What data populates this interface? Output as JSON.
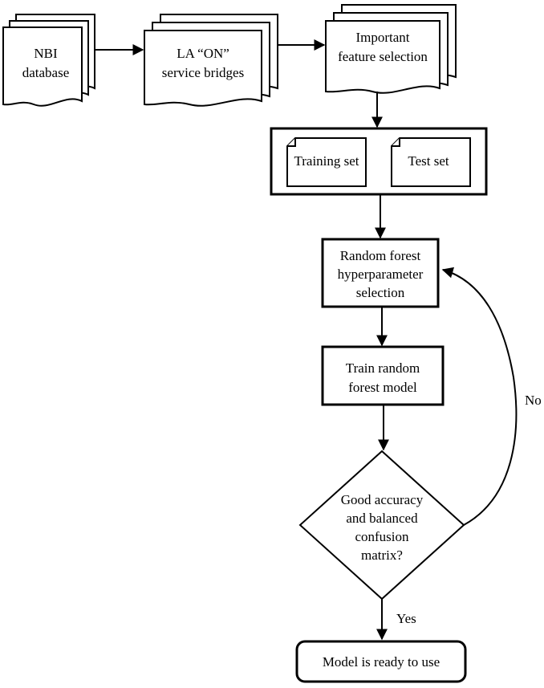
{
  "nodes": {
    "nbi_database": {
      "lines": [
        "NBI",
        "database"
      ]
    },
    "la_on_bridges": {
      "lines": [
        "LA “ON”",
        "service bridges"
      ]
    },
    "feature_selection": {
      "lines": [
        "Important",
        "feature selection"
      ]
    },
    "training_set": {
      "label": "Training set"
    },
    "test_set": {
      "label": "Test set"
    },
    "hyperparameter_selection": {
      "lines": [
        "Random forest",
        "hyperparameter",
        "selection"
      ]
    },
    "train_model": {
      "lines": [
        "Train random",
        "forest model"
      ]
    },
    "decision": {
      "lines": [
        "Good accuracy",
        "and balanced",
        "confusion",
        "matrix?"
      ]
    },
    "ready": {
      "label": "Model is ready to use"
    }
  },
  "edges": {
    "no_label": "No",
    "yes_label": "Yes"
  }
}
